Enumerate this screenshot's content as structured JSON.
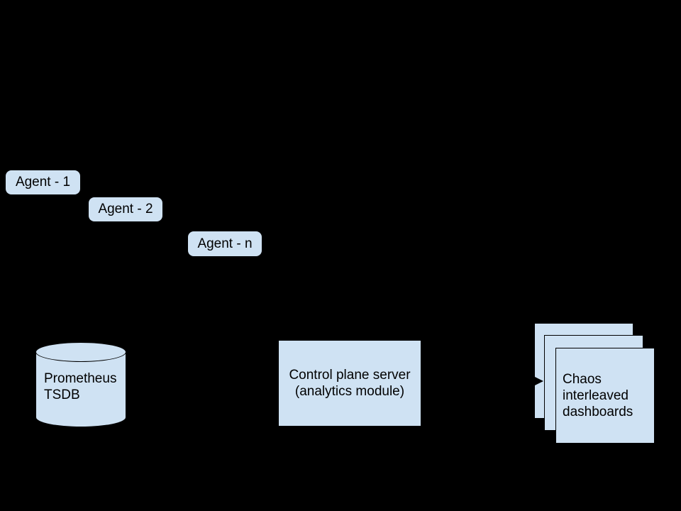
{
  "colors": {
    "background": "#000000",
    "shape_fill": "#cfe2f3",
    "stroke": "#000000",
    "text": "#000000"
  },
  "nodes": {
    "agents": [
      {
        "label": "Agent - 1"
      },
      {
        "label": "Agent - 2"
      },
      {
        "label": "Agent - n"
      }
    ],
    "database": {
      "lines": [
        "Prometheus",
        "TSDB"
      ]
    },
    "server": {
      "lines": [
        "Control plane server",
        "(analytics module)"
      ]
    },
    "dashboards": {
      "lines": [
        "Chaos",
        "interleaved",
        "dashboards"
      ]
    }
  },
  "connectors": [
    {
      "from": "Control plane server (analytics module)",
      "to": "Chaos interleaved dashboards",
      "style": "arrow"
    }
  ]
}
